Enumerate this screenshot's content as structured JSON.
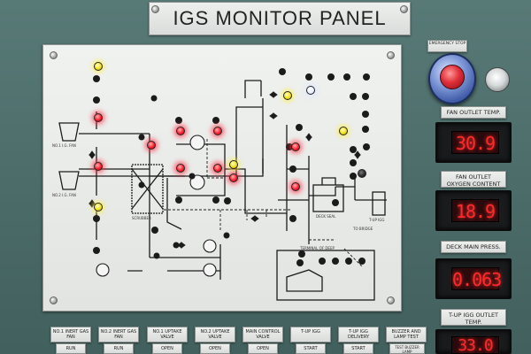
{
  "panel": {
    "title": "IGS MONITOR PANEL"
  },
  "emergency": {
    "label": "EMERGENCY STOP"
  },
  "readouts": [
    {
      "label": "FAN OUTLET TEMP.",
      "value": "30.9"
    },
    {
      "label": "FAN OUTLET OXYGEN CONTENT",
      "value": "18.9"
    },
    {
      "label": "DECK MAIN PRESS.",
      "value": "0.063"
    },
    {
      "label": "T-UP IGG OUTLET TEMP.",
      "value": "33.0"
    }
  ],
  "bottom_controls": [
    {
      "label": "NO.1 INERT GAS FAN",
      "sub": "RUN"
    },
    {
      "label": "NO.2 INERT GAS FAN",
      "sub": "RUN"
    },
    {
      "label": "NO.1 UPTAKE VALVE",
      "sub": "OPEN"
    },
    {
      "label": "NO.2 UPTAKE VALVE",
      "sub": "OPEN"
    },
    {
      "label": "MAIN CONTROL VALVE",
      "sub": "OPEN"
    },
    {
      "label": "T-UP IGG",
      "sub": "START"
    },
    {
      "label": "T-UP IGG DELIVERY",
      "sub": "START"
    },
    {
      "label": "BUZZER AND LAMP TEST",
      "sub": "TEST BUZZER LAMP"
    }
  ],
  "mimic_labels": {
    "fan1": "NO.1 I.G. FAN",
    "fan2": "NO.2 I.G. FAN",
    "scrubber": "SCRUBBER",
    "deck_seal": "DECK SEAL",
    "tup": "T-UP IGG",
    "to_bridge": "TO BRIDGE",
    "terminal": "TERMINAL OF DEEP"
  },
  "colors": {
    "panel_bg": "#4f6f6c",
    "lamp_red": "#ff2030",
    "lamp_yellow": "#f2e21a",
    "readout": "#ff2a2a"
  }
}
